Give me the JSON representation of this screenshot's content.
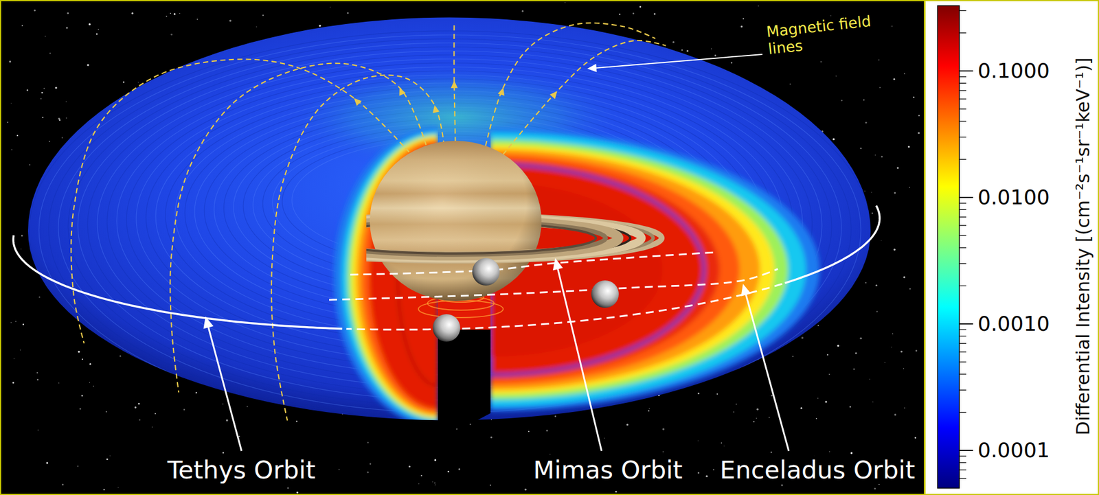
{
  "diagram": {
    "labels": [
      "Magnetic field lines",
      "Tethys Orbit",
      "Mimas Orbit",
      "Enceladus Orbit",
      "0.1000",
      "0.0100",
      "0.0010",
      "0.0001",
      "Differential Intensity [(cm⁻²s⁻¹sr⁻¹keV⁻¹)]"
    ]
  }
}
